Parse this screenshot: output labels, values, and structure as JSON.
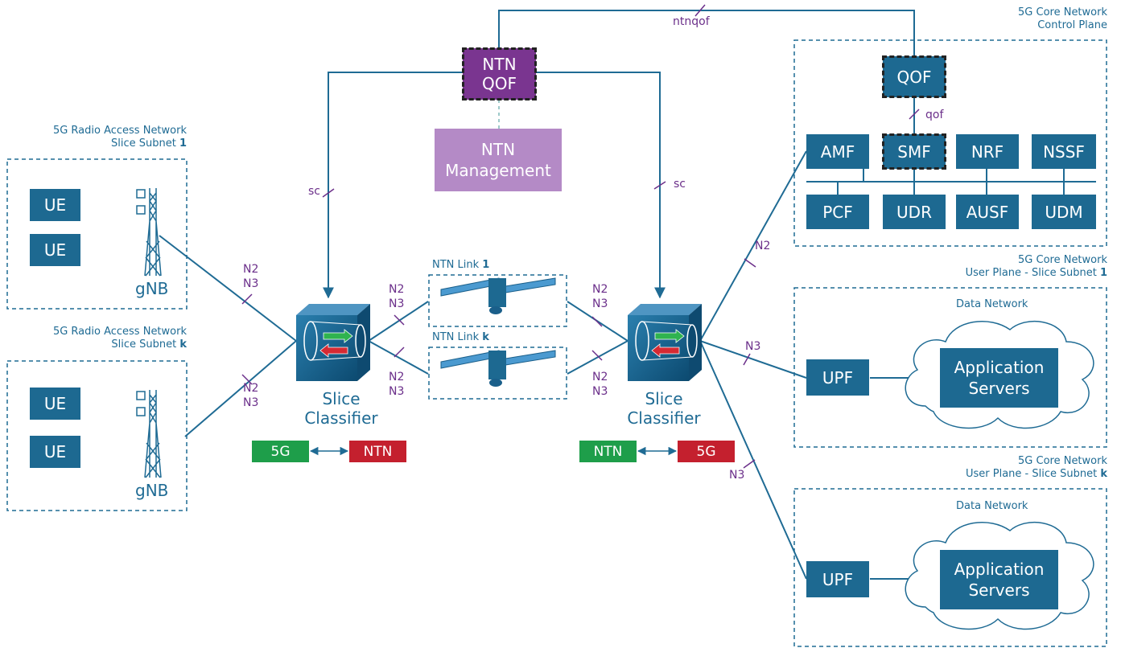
{
  "ran": [
    {
      "title_line1": "5G Radio Access Network",
      "title_line2": "Slice Subnet ",
      "title_idx": "1",
      "ue1": "UE",
      "ue2": "UE",
      "gnb": "gNB"
    },
    {
      "title_line1": "5G Radio Access Network",
      "title_line2": "Slice Subnet ",
      "title_idx": "k",
      "ue1": "UE",
      "ue2": "UE",
      "gnb": "gNB"
    }
  ],
  "ntn_qof": {
    "line1": "NTN",
    "line2": "QOF"
  },
  "ntn_management": {
    "line1": "NTN",
    "line2": "Management"
  },
  "ntn_links": [
    {
      "label": "NTN Link ",
      "idx": "1"
    },
    {
      "label": "NTN Link ",
      "idx": "k"
    }
  ],
  "slice_classifiers": [
    {
      "line1": "Slice",
      "line2": "Classifier",
      "tag_a": "5G",
      "tag_b": "NTN"
    },
    {
      "line1": "Slice",
      "line2": "Classifier",
      "tag_a": "NTN",
      "tag_b": "5G"
    }
  ],
  "interfaces": {
    "n2": "N2",
    "n3": "N3",
    "sc": "sc",
    "ntnqof": "ntnqof",
    "qof": "qof"
  },
  "core_cp": {
    "title_line1": "5G Core Network",
    "title_line2": "Control Plane",
    "qof": "QOF",
    "top_row": [
      "AMF",
      "SMF",
      "NRF",
      "NSSF"
    ],
    "bottom_row": [
      "PCF",
      "UDR",
      "AUSF",
      "UDM"
    ]
  },
  "core_up": [
    {
      "title_line1": "5G Core Network",
      "title_line2": "User Plane - Slice Subnet ",
      "title_idx": "1",
      "dn": "Data Network",
      "upf": "UPF",
      "app_line1": "Application",
      "app_line2": "Servers"
    },
    {
      "title_line1": "5G Core Network",
      "title_line2": "User Plane - Slice Subnet ",
      "title_idx": "k",
      "dn": "Data Network",
      "upf": "UPF",
      "app_line1": "Application",
      "app_line2": "Servers"
    }
  ],
  "colors": {
    "blue": "#1d6991",
    "line": "#1f6b94",
    "purple": "#7a3590",
    "light_purple": "#b48ac6",
    "green": "#1e9e4a",
    "red": "#c4202e",
    "interface": "#6b2f8a"
  }
}
